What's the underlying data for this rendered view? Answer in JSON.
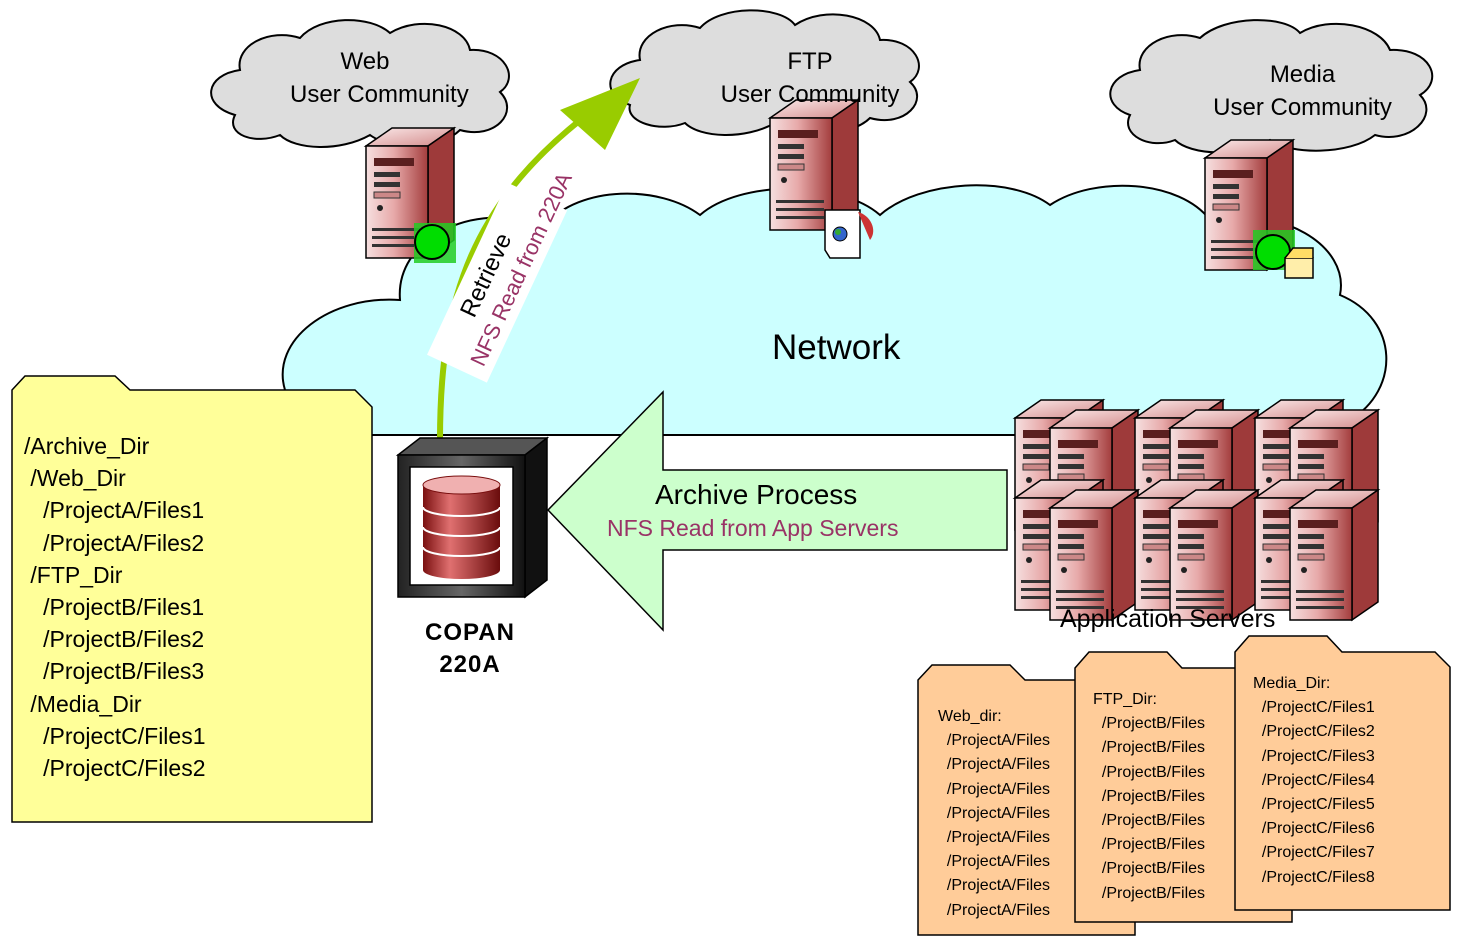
{
  "communities": {
    "web": {
      "line1": "Web",
      "line2": "User Community"
    },
    "ftp": {
      "line1": "FTP",
      "line2": "User Community"
    },
    "media": {
      "line1": "Media",
      "line2": "User Community"
    }
  },
  "network_label": "Network",
  "retrieve": {
    "label": "Retrieve",
    "sublabel": "NFS Read from 220A"
  },
  "archive_process": {
    "label": "Archive Process",
    "sublabel": "NFS Read from App Servers"
  },
  "copan": {
    "line1": "COPAN",
    "line2": "220A"
  },
  "app_servers_label": "Application Servers",
  "archive_folder": {
    "lines": [
      "/Archive_Dir",
      " /Web_Dir",
      "   /ProjectA/Files1",
      "   /ProjectA/Files2",
      " /FTP_Dir",
      "   /ProjectB/Files1",
      "   /ProjectB/Files2",
      "   /ProjectB/Files3",
      " /Media_Dir",
      "   /ProjectC/Files1",
      "   /ProjectC/Files2"
    ]
  },
  "web_folder": {
    "lines": [
      "Web_dir:",
      "  /ProjectA/Files",
      "  /ProjectA/Files",
      "  /ProjectA/Files",
      "  /ProjectA/Files",
      "  /ProjectA/Files",
      "  /ProjectA/Files",
      "  /ProjectA/Files",
      "  /ProjectA/Files"
    ]
  },
  "ftp_folder": {
    "lines": [
      "FTP_Dir:",
      "  /ProjectB/Files",
      "  /ProjectB/Files",
      "  /ProjectB/Files",
      "  /ProjectB/Files",
      "  /ProjectB/Files",
      "  /ProjectB/Files",
      "  /ProjectB/Files",
      "  /ProjectB/Files"
    ]
  },
  "media_folder": {
    "lines": [
      "Media_Dir:",
      "  /ProjectC/Files1",
      "  /ProjectC/Files2",
      "  /ProjectC/Files3",
      "  /ProjectC/Files4",
      "  /ProjectC/Files5",
      "  /ProjectC/Files6",
      "  /ProjectC/Files7",
      "  /ProjectC/Files8"
    ]
  },
  "colors": {
    "network_fill": "#ccffff",
    "community_cloud_fill": "#dddddd",
    "archive_folder_fill": "#ffff99",
    "app_folder_fill": "#ffcc99",
    "archive_arrow_fill": "#ccffcc",
    "retrieve_arrow": "#99cc00",
    "sublabel_color": "#993366",
    "server_body": "#b35050"
  }
}
